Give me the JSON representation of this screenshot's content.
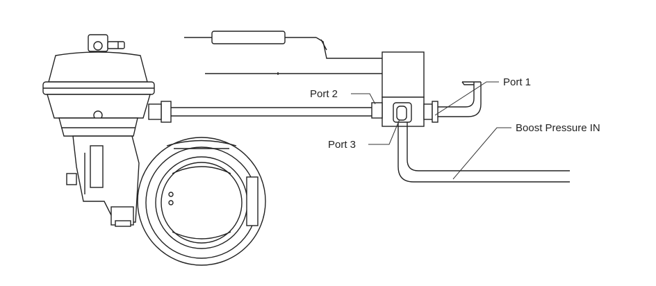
{
  "diagram": {
    "labels": {
      "port1": "Port 1",
      "port2": "Port 2",
      "port3": "Port 3",
      "boost": "Boost Pressure IN"
    },
    "colors": {
      "line": "#222222",
      "background": "#ffffff"
    }
  }
}
